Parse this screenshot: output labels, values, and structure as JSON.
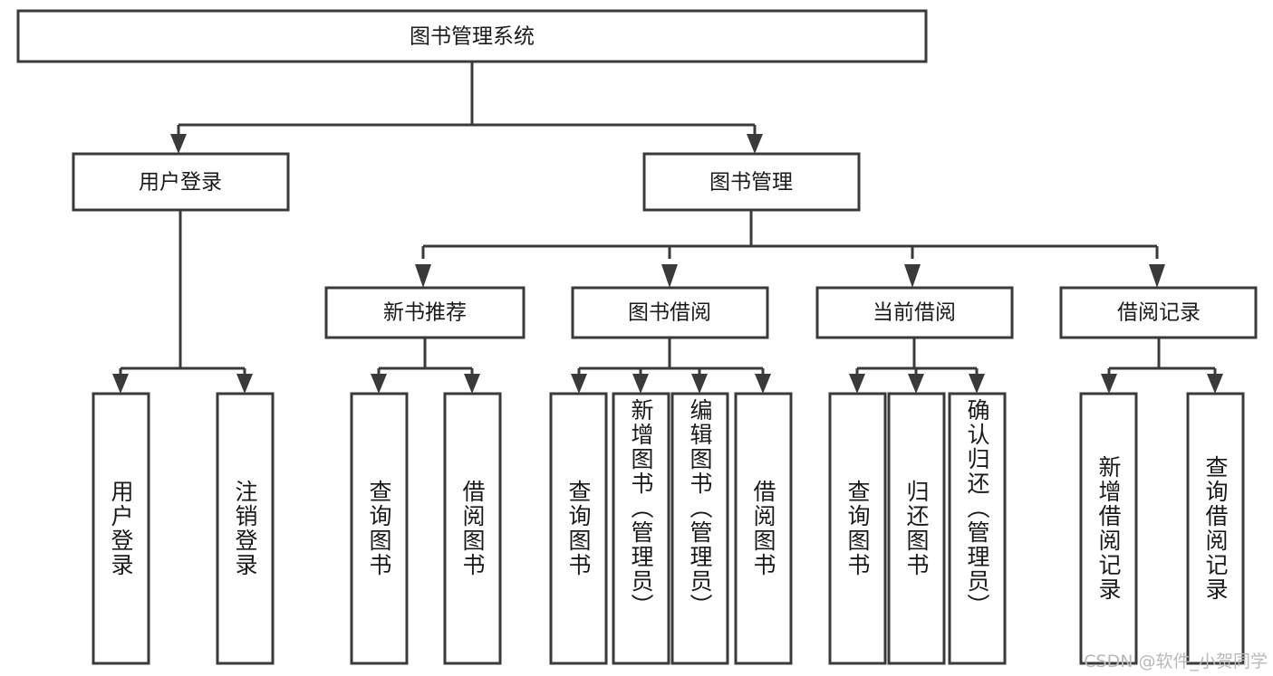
{
  "diagram": {
    "title": "图书管理系统",
    "type": "tree",
    "watermark": "CSDN @软件_小贺同学",
    "colors": {
      "box_stroke": "#3a3a3a",
      "box_fill": "#ffffff",
      "text": "#1a1a1a",
      "background": "#ffffff",
      "watermark": "#b9b9b9"
    },
    "root": {
      "label": "图书管理系统"
    },
    "level2": [
      {
        "label": "用户登录"
      },
      {
        "label": "图书管理"
      }
    ],
    "level3": [
      {
        "label": "新书推荐"
      },
      {
        "label": "图书借阅"
      },
      {
        "label": "当前借阅"
      },
      {
        "label": "借阅记录"
      }
    ],
    "leaves": {
      "user_login": [
        {
          "label": "用户登录"
        },
        {
          "label": "注销登录"
        }
      ],
      "new_book": [
        {
          "label": "查询图书"
        },
        {
          "label": "借阅图书"
        }
      ],
      "book_borrow": [
        {
          "label": "查询图书"
        },
        {
          "label": "新增图书（管理员）"
        },
        {
          "label": "编辑图书（管理员）"
        },
        {
          "label": "借阅图书"
        }
      ],
      "current_borrow": [
        {
          "label": "查询图书"
        },
        {
          "label": "归还图书"
        },
        {
          "label": "确认归还（管理员）"
        }
      ],
      "borrow_record": [
        {
          "label": "新增借阅记录"
        },
        {
          "label": "查询借阅记录"
        }
      ]
    }
  }
}
